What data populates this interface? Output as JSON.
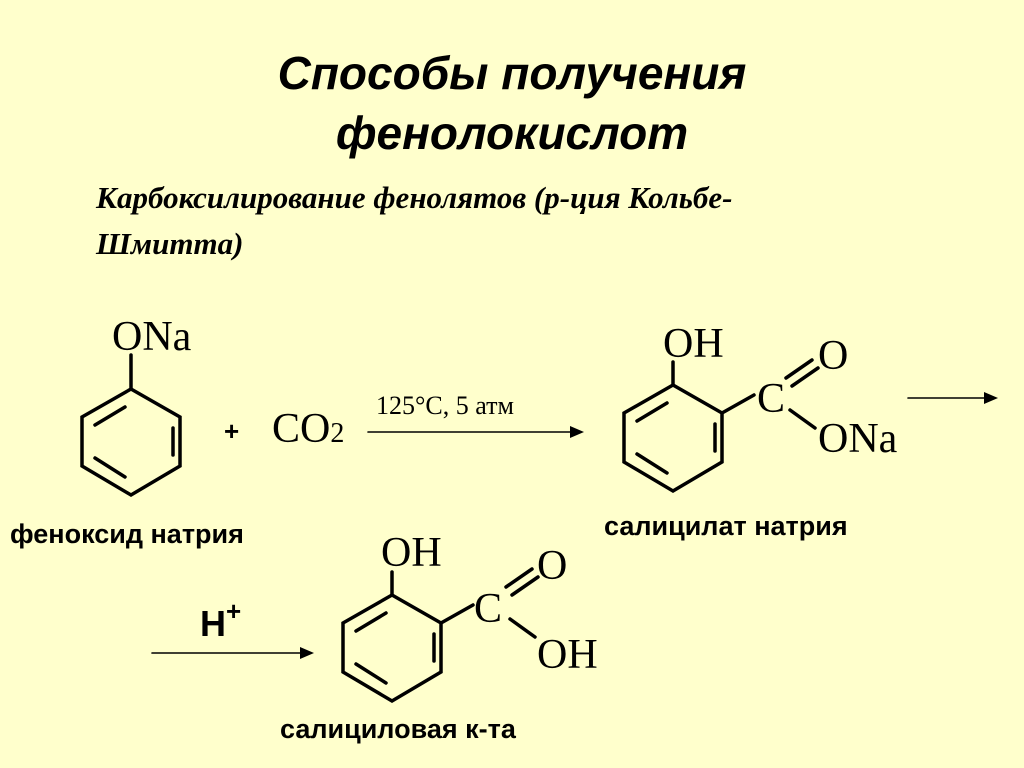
{
  "slide": {
    "title_line1": "Способы получения",
    "title_line2": "фенолокислот",
    "subtitle_line1": "Карбоксилирование фенолятов (р-ция Кольбе-",
    "subtitle_line2": "Шмитта)",
    "background_color": "#ffffcc"
  },
  "reaction": {
    "reactant": {
      "group": "ONa",
      "name": "феноксид натрия"
    },
    "plus": "+",
    "reagent": {
      "formula": "CO",
      "subscript": "2"
    },
    "conditions": "125°C, 5 атм",
    "intermediate": {
      "oh": "OH",
      "carbon": "C",
      "carbonyl_o": "O",
      "salt_group": "ONa",
      "name": "салицилат натрия"
    },
    "acid_step": {
      "reagent": "H",
      "charge": "+"
    },
    "product": {
      "oh": "OH",
      "carbon": "C",
      "carbonyl_o": "O",
      "acid_group": "OH",
      "name": "салициловая к-та"
    }
  }
}
